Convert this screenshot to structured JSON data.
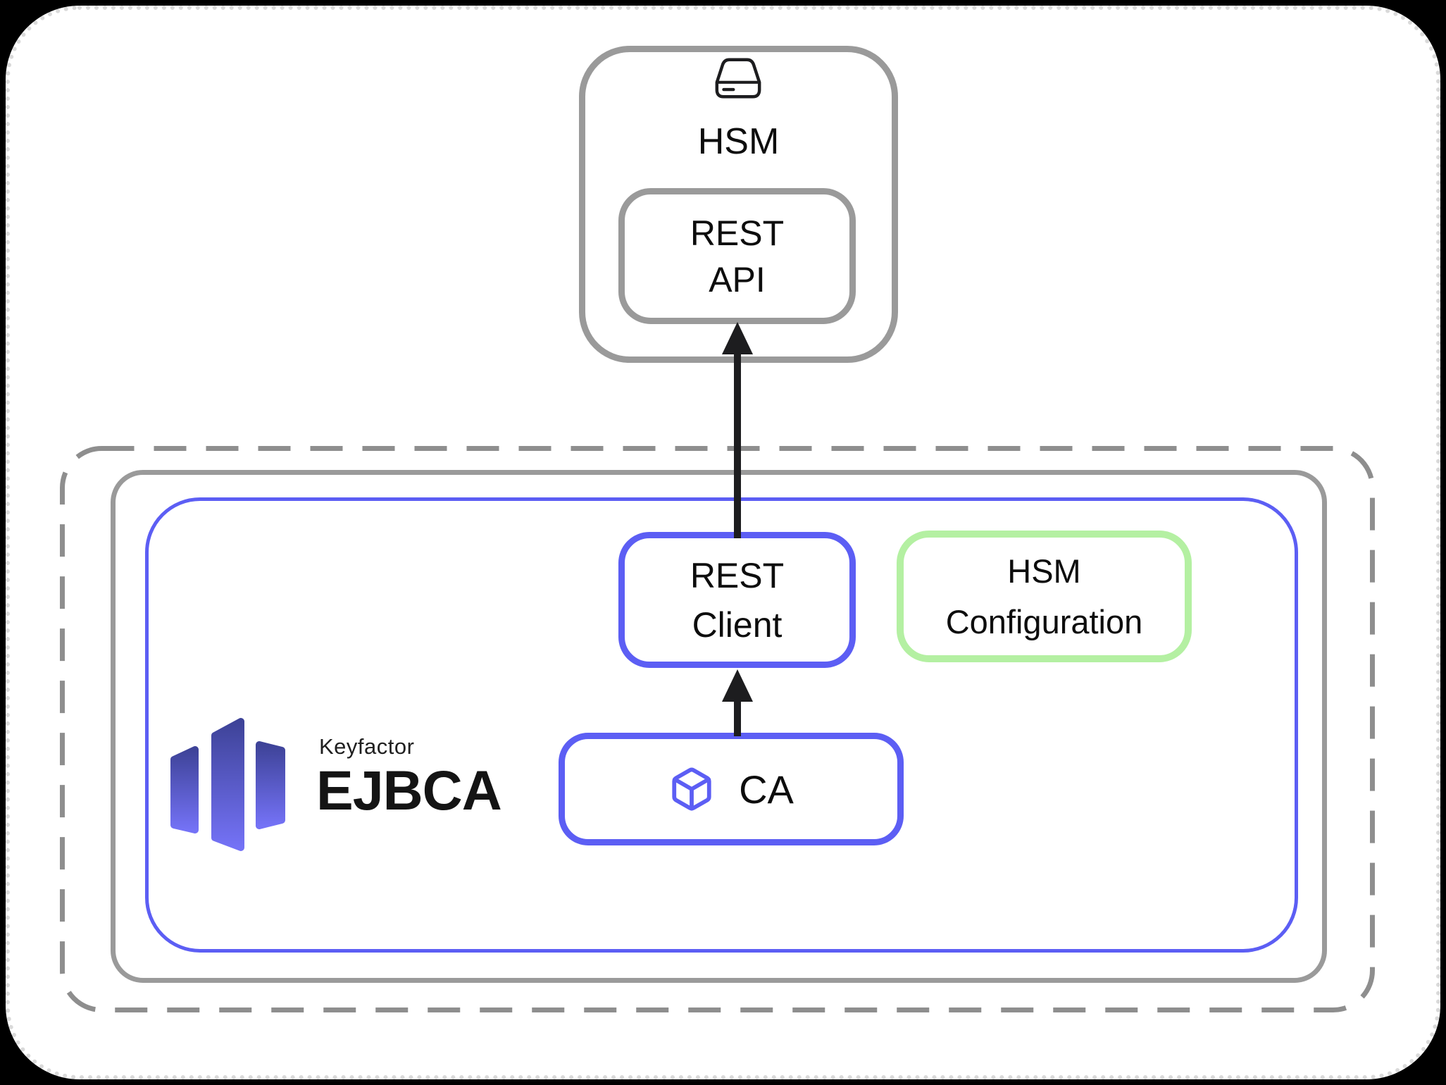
{
  "page": {
    "background": "#000000",
    "canvas_fill": "#ffffff",
    "canvas_edge": "#dadada"
  },
  "nodes": {
    "hsm": {
      "label": "HSM",
      "icon": "drive-icon",
      "border_color": "#9a9a9a"
    },
    "rest_api": {
      "label": "REST\nAPI",
      "border_color": "#9a9a9a"
    },
    "rest_client": {
      "label": "REST\nClient",
      "border_color": "#5c5ef4"
    },
    "hsm_configuration": {
      "label": "HSM\nConfiguration",
      "border_color": "#b4f0a2"
    },
    "ca": {
      "label": "CA",
      "icon": "cube-icon",
      "border_color": "#5c5ef4"
    }
  },
  "containers": {
    "outer_boundary_style": "dashed",
    "outer_boundary_color": "#8e8e8e",
    "middle_container_color": "#9a9a9a",
    "inner_container_color": "#5c5ef4"
  },
  "connections": [
    {
      "from": "rest_client",
      "to": "rest_api",
      "direction": "up",
      "color": "#1d1d1f"
    },
    {
      "from": "ca",
      "to": "rest_client",
      "direction": "up",
      "color": "#1d1d1f"
    }
  ],
  "logo": {
    "brand": "Keyfactor",
    "product": "EJBCA",
    "mark_gradient_top": "#3e4398",
    "mark_gradient_bottom": "#7472f6"
  },
  "colors": {
    "accent_blue": "#5c5ef4",
    "accent_green": "#b4f0a2",
    "box_gray": "#9a9a9a",
    "arrow_black": "#1d1d1f",
    "text_black": "#0d0d0d"
  }
}
